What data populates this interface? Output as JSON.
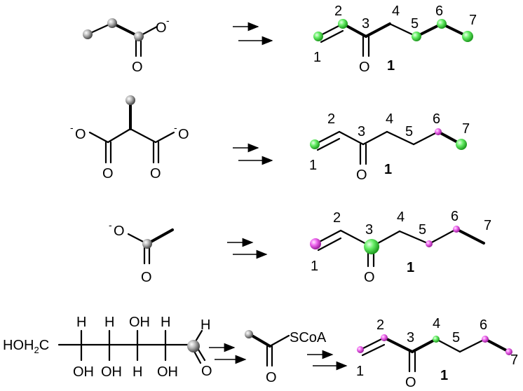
{
  "colors": {
    "green": "#66ee66",
    "magenta": "#ee66ee",
    "gray": "#b0b0b0"
  },
  "labels": {
    "charge": "-",
    "oxygen": "O",
    "compound_number": "1",
    "hydrogen": "H",
    "hydroxyl": "OH",
    "hoh2c_main": "HOH",
    "hoh2c_sub": "2",
    "hoh2c_end": "C",
    "thioester": "SCoA"
  },
  "carbon_numbers": [
    "1",
    "2",
    "3",
    "4",
    "5",
    "6",
    "7"
  ]
}
